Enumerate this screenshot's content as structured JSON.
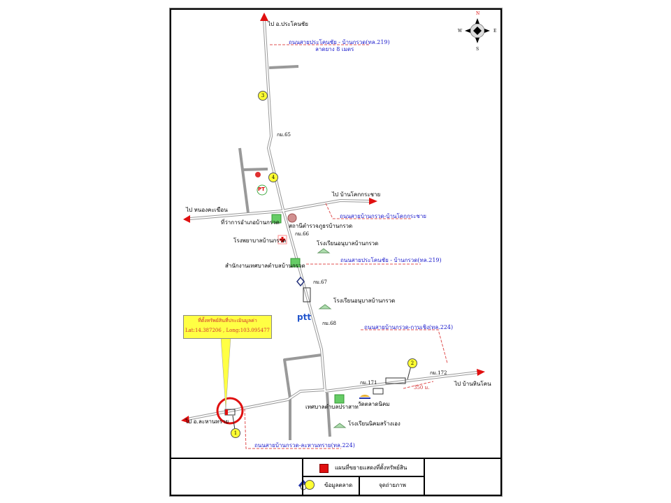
{
  "map": {
    "destinations": {
      "north": "ไป อ.ประโคนชัย",
      "west_mid": "ไป หนองคะเฆือน",
      "east_mid": "ไป บ้านโคกกระชาย",
      "west_south": "ไป อ.ละหานทราย",
      "east_south": "ไป บ้านหินโคน"
    },
    "road_labels": {
      "r219_top": "ถนนสายประโคนชัย - บ้านกรวด(ทล.219)",
      "r219_top_sub": "ลาดยาง 8 เมตร",
      "r_khokkrachai": "ถนนสายบ้านกรวด-บ้านโคกกระชาย",
      "r219_mid": "ถนนสายประโคนชัย - บ้านกรวด(ทล.219)",
      "r224_east": "ถนนสายบ้านกรวด-กาบเชิง(ทล.224)",
      "r224_west": "ถนนสายบ้านกรวด-ละหานทราย(ทล.224)"
    },
    "km_markers": [
      "กม.65",
      "กม.66",
      "กม.67",
      "กม.68",
      "กม.171",
      "กม.172"
    ],
    "distance": "350 ม.",
    "places": {
      "district_office": "ที่ว่าการอำเภอบ้านกรวด",
      "police": "สถานีตำรวจภูธรบ้านกรวด",
      "hospital": "โรงพยาบาลบ้านกรวด",
      "school1": "โรงเรียนอนุบาลบ้านกรวด",
      "municipal_office": "สำนักงานเทศบาลตำบลบ้านกรวด",
      "school2": "โรงเรียนอนุบาลบ้านกรวด",
      "prasat_municipality": "เทศบาลตำบลปราสาท",
      "temple": "วัดตลาดนิคม",
      "school3": "โรงเรียนนิคมสร้างเอง",
      "ptt": "ptt",
      "pt": "PT"
    },
    "market_points": [
      "1",
      "2",
      "3",
      "4"
    ],
    "callout": {
      "title": "ที่ตั้งทรัพย์สินที่ประเมินมูลค่า",
      "coords": "Lat:14.387206 , Long:103.095477"
    },
    "compass": {
      "n": "N",
      "s": "S",
      "e": "E",
      "w": "W"
    }
  },
  "legend": {
    "title": "แผนที่ขยายแสดงที่ตั้งทรัพย์สิน",
    "market": "ข้อมูลตลาด",
    "photo": "จุดถ่ายภาพ"
  },
  "colors": {
    "arrow": "#e01010",
    "road_label": "#1a1acc",
    "dash": "#e05050",
    "marker": "#ffff33"
  }
}
